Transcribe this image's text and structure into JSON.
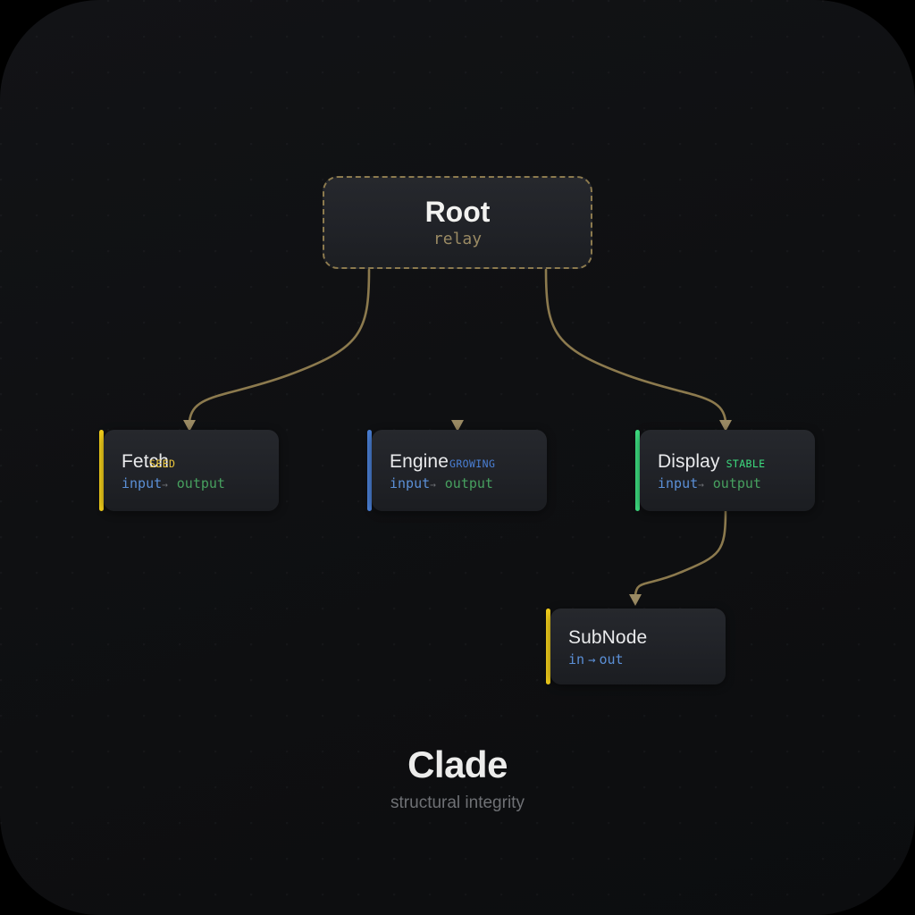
{
  "app": {
    "footer_title": "Clade",
    "footer_subtitle": "structural integrity"
  },
  "colors": {
    "background": "#000000",
    "canvas": "#101113",
    "edge": "#8c7a4e",
    "seed": "#e8c33a",
    "growing": "#4a7fd4",
    "stable": "#3ddc7f",
    "port_in": "#5b8fd6",
    "port_out": "#47a05f",
    "title_text": "#e9eaec",
    "muted_text": "#6f7175"
  },
  "graph": {
    "root": {
      "title": "Root",
      "subtitle": "relay",
      "border_style": "dashed",
      "accent": "#8c7a4e"
    },
    "nodes": [
      {
        "id": "fetch",
        "title": "Fetch",
        "badge": "SEED",
        "badge_color": "#e8c33a",
        "accent": "#f2ce1b",
        "port_in": "input",
        "port_arrow": "→",
        "port_out": "output",
        "ports_style": "split"
      },
      {
        "id": "engine",
        "title": "Engine",
        "badge": "GROWING",
        "badge_color": "#4a7fd4",
        "accent": "#4a7fd4",
        "port_in": "input",
        "port_arrow": "→",
        "port_out": "output",
        "ports_style": "split"
      },
      {
        "id": "display",
        "title": "Display",
        "badge": "STABLE",
        "badge_color": "#3ddc7f",
        "accent": "#3ddc7f",
        "port_in": "input",
        "port_arrow": "→",
        "port_out": "output",
        "ports_style": "split"
      },
      {
        "id": "subnode",
        "title": "SubNode",
        "badge": "",
        "badge_color": "#e8c33a",
        "accent": "#f2ce1b",
        "port_in": "in",
        "port_arrow": "→",
        "port_out": "out",
        "ports_style": "plain"
      }
    ],
    "edges": [
      {
        "from": "root",
        "to": "fetch",
        "visible": true
      },
      {
        "from": "root",
        "to": "engine",
        "visible": false
      },
      {
        "from": "root",
        "to": "display",
        "visible": true
      },
      {
        "from": "display",
        "to": "subnode",
        "visible": true
      }
    ]
  }
}
